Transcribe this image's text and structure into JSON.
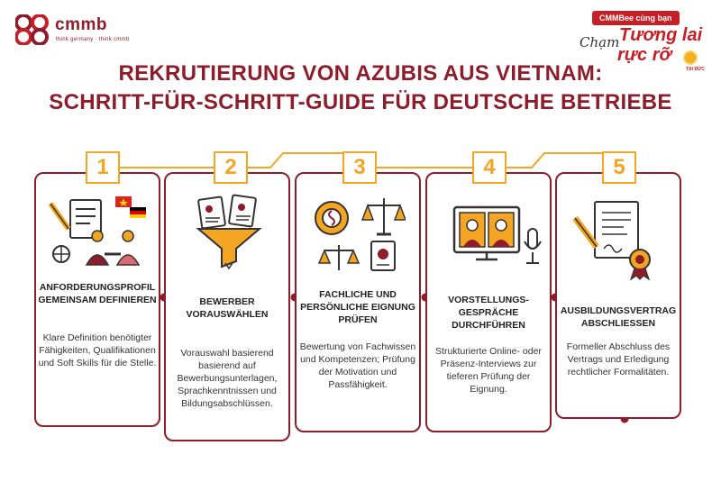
{
  "brand": {
    "logo_name": "cmmb",
    "logo_tagline": "think germany · think cmmb",
    "badge_pill": "CMMBee cùng bạn",
    "badge_script": "Chạm",
    "badge_line1": "Tương lai",
    "badge_line2": "rực rỡ",
    "badge_mini": "TẠI ĐỨC"
  },
  "title": {
    "line1": "REKRUTIERUNG VON AZUBIS AUS VIETNAM:",
    "line2": "SCHRITT-FÜR-SCHRITT-GUIDE FÜR DEUTSCHE BETRIEBE"
  },
  "colors": {
    "accent": "#8e1d2c",
    "number": "#f4a521",
    "connector": "#f4a521"
  },
  "steps": [
    {
      "number": "1",
      "title": "ANFORDERUNGSPROFIL GEMEINSAM DEFINIEREN",
      "description": "Klare Definition benötigter Fähigkeiten, Qualifikationen und Soft Skills für die Stelle.",
      "icon": "profile-handshake-icon"
    },
    {
      "number": "2",
      "title": "BEWERBER VORAUSWÄHLEN",
      "description": "Vorauswahl basierend basierend auf Bewerbungsunterlagen, Sprachkenntnissen und Bildungsabschlüssen.",
      "icon": "cv-funnel-icon"
    },
    {
      "number": "3",
      "title": "FACHLICHE UND PERSÖNLICHE EIGNUNG PRÜFEN",
      "description": "Bewertung von Fachwissen und Kompetenzen; Prüfung der Motivation und Passfähigkeit.",
      "icon": "brain-scales-icon"
    },
    {
      "number": "4",
      "title": "VORSTELLUNGS-GESPRÄCHE DURCHFÜHREN",
      "description": "Strukturierte Online- oder Präsenz-Interviews zur tieferen Prüfung der Eignung.",
      "icon": "video-interview-icon"
    },
    {
      "number": "5",
      "title": "AUSBILDUNGSVERTRAG ABSCHLIESSEN",
      "description": "Formeller Abschluss des Vertrags und Erledigung rechtlicher Formalitäten.",
      "icon": "contract-signing-icon"
    }
  ]
}
